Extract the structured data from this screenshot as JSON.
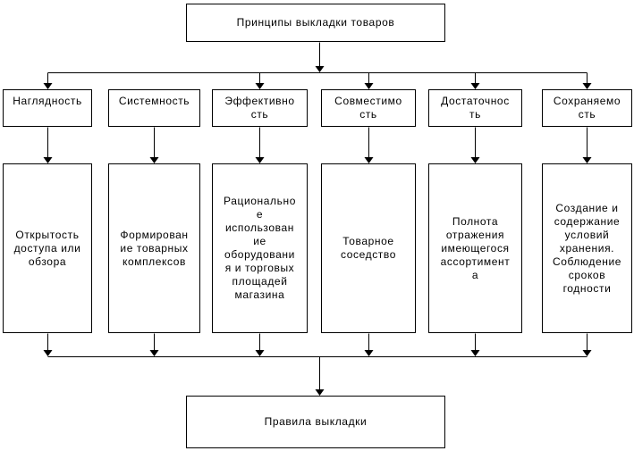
{
  "diagram": {
    "title": "Принципы выкладки товаров",
    "result": "Правила выкладки",
    "principles": [
      {
        "label": "Наглядность",
        "detail": "Открытость\nдоступа или\nобзора"
      },
      {
        "label": "Системность",
        "detail": "Формирован\nие товарных\nкомплексов"
      },
      {
        "label": "Эффективно\nсть",
        "detail": "Рационально\nе\nиспользован\nие\nоборудовани\nя и торговых\nплощадей\nмагазина"
      },
      {
        "label": "Совместимо\nсть",
        "detail": "Товарное\nсоседство"
      },
      {
        "label": "Достаточнос\nть",
        "detail": "Полнота\nотражения\nимеющегося\nассортимент\nа"
      },
      {
        "label": "Сохраняемо\nсть",
        "detail": "Создание и\nсодержание\nусловий\nхранения.\nСоблюдение\nсроков\nгодности"
      }
    ],
    "colors": {
      "background": "#ffffff",
      "box_fill": "#ffffff",
      "box_border": "#000000",
      "line": "#000000",
      "text": "#000000"
    }
  }
}
